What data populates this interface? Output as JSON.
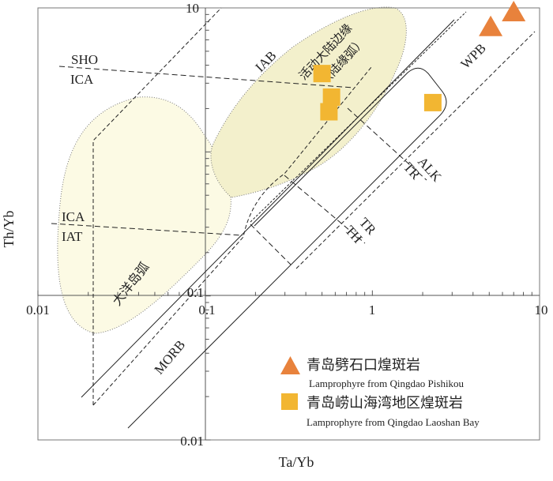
{
  "chart_data": {
    "type": "scatter",
    "title": "",
    "xlabel": "Ta/Yb",
    "ylabel": "Th/Yb",
    "xscale": "log",
    "yscale": "log",
    "xlim": [
      0.01,
      10
    ],
    "ylim": [
      0.01,
      10
    ],
    "x_ticks": [
      "0.01",
      "0.1",
      "1",
      "10"
    ],
    "y_ticks": [
      "10",
      "0.1",
      "0.01"
    ],
    "grid": false,
    "legend_position": "bottom-right",
    "series": [
      {
        "name": "青岛劈石口煌斑岩",
        "name_en": "Lamprophyre from Qingdao Pishikou",
        "marker": "triangle",
        "color": "#e8823c",
        "points": [
          {
            "x": 5.1,
            "y": 7.5
          },
          {
            "x": 7.0,
            "y": 9.5
          }
        ]
      },
      {
        "name": "青岛崂山海湾地区煌斑岩",
        "name_en": "Lamprophyre from Qingdao Laoshan Bay",
        "marker": "square",
        "color": "#f2b632",
        "points": [
          {
            "x": 0.5,
            "y": 3.5
          },
          {
            "x": 0.57,
            "y": 2.4
          },
          {
            "x": 0.55,
            "y": 1.9
          },
          {
            "x": 2.3,
            "y": 2.2
          }
        ]
      }
    ],
    "field_labels": {
      "sho": "SHO",
      "ica_upper": "ICA",
      "ica_lower": "ICA",
      "iat": "IAT",
      "iab": "IAB",
      "active_margin": "活动大陆边缘",
      "active_margin_sub": "（陆缘弧）",
      "wpb": "WPB",
      "alk": "ALK",
      "tr_upper": "TR",
      "tr_lower": "TR",
      "th": "TH",
      "oceanic_arc": "大洋岛弧",
      "morb": "MORB"
    },
    "field_colors": {
      "oceanic_arc": "#fcfae4",
      "active_margin": "#f3f0cc"
    }
  }
}
